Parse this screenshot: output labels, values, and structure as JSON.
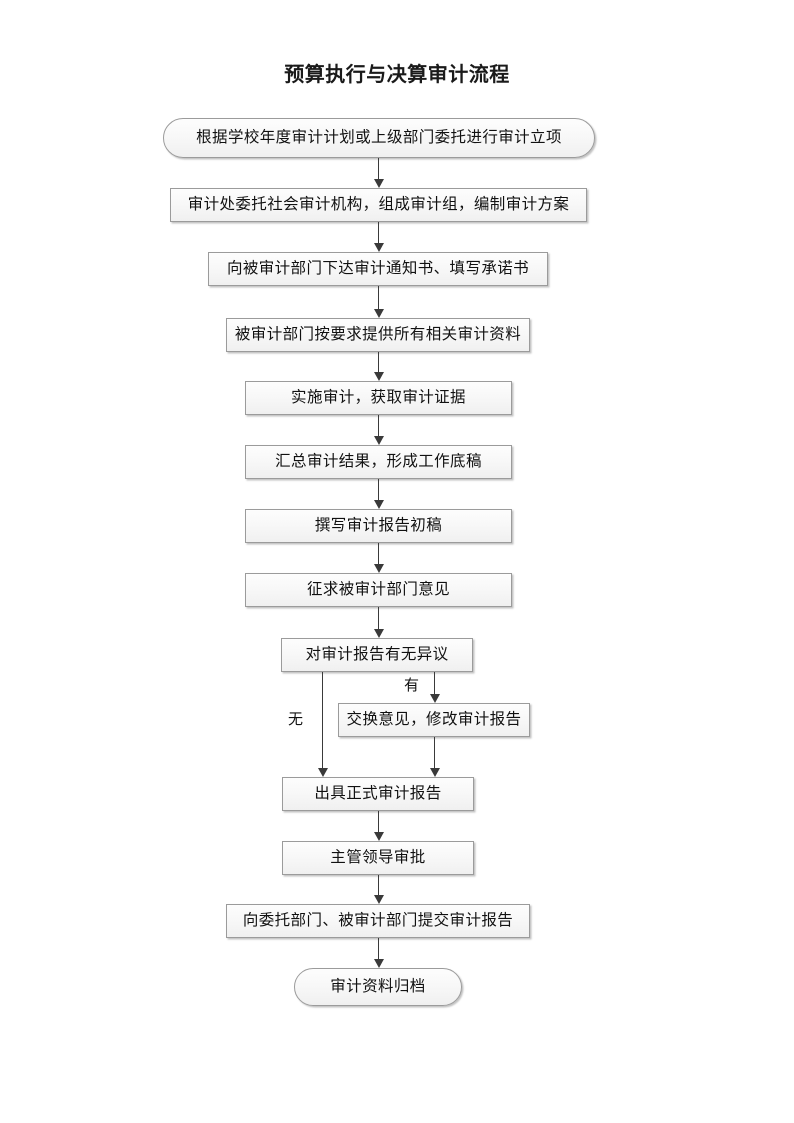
{
  "document": {
    "title": "预算执行与决算审计流程"
  },
  "flowchart": {
    "type": "flowchart",
    "orientation": "top-to-bottom",
    "nodes": [
      {
        "id": "n1",
        "shape": "terminator",
        "label": "根据学校年度审计计划或上级部门委托进行审计立项"
      },
      {
        "id": "n2",
        "shape": "process",
        "label": "审计处委托社会审计机构，组成审计组，编制审计方案"
      },
      {
        "id": "n3",
        "shape": "process",
        "label": "向被审计部门下达审计通知书、填写承诺书"
      },
      {
        "id": "n4",
        "shape": "process",
        "label": "被审计部门按要求提供所有相关审计资料"
      },
      {
        "id": "n5",
        "shape": "process",
        "label": "实施审计，获取审计证据"
      },
      {
        "id": "n6",
        "shape": "process",
        "label": "汇总审计结果，形成工作底稿"
      },
      {
        "id": "n7",
        "shape": "process",
        "label": "撰写审计报告初稿"
      },
      {
        "id": "n8",
        "shape": "process",
        "label": "征求被审计部门意见"
      },
      {
        "id": "n9",
        "shape": "decision",
        "label": "对审计报告有无异议"
      },
      {
        "id": "n10",
        "shape": "process",
        "label": "交换意见，修改审计报告"
      },
      {
        "id": "n11",
        "shape": "process",
        "label": "出具正式审计报告"
      },
      {
        "id": "n12",
        "shape": "process",
        "label": "主管领导审批"
      },
      {
        "id": "n13",
        "shape": "process",
        "label": "向委托部门、被审计部门提交审计报告"
      },
      {
        "id": "n14",
        "shape": "terminator",
        "label": "审计资料归档"
      }
    ],
    "branch_labels": {
      "yes": "有",
      "no": "无"
    },
    "edges": [
      {
        "from": "n1",
        "to": "n2",
        "label": ""
      },
      {
        "from": "n2",
        "to": "n3",
        "label": ""
      },
      {
        "from": "n3",
        "to": "n4",
        "label": ""
      },
      {
        "from": "n4",
        "to": "n5",
        "label": ""
      },
      {
        "from": "n5",
        "to": "n6",
        "label": ""
      },
      {
        "from": "n6",
        "to": "n7",
        "label": ""
      },
      {
        "from": "n7",
        "to": "n8",
        "label": ""
      },
      {
        "from": "n8",
        "to": "n9",
        "label": ""
      },
      {
        "from": "n9",
        "to": "n10",
        "label": "有"
      },
      {
        "from": "n9",
        "to": "n11",
        "label": "无"
      },
      {
        "from": "n10",
        "to": "n11",
        "label": ""
      },
      {
        "from": "n11",
        "to": "n12",
        "label": ""
      },
      {
        "from": "n12",
        "to": "n13",
        "label": ""
      },
      {
        "from": "n13",
        "to": "n14",
        "label": ""
      }
    ],
    "colors": {
      "node_border": "#9b9b9b",
      "node_fill": "#f6f6f6",
      "connector": "#3a3a3a",
      "text": "#111111"
    }
  }
}
